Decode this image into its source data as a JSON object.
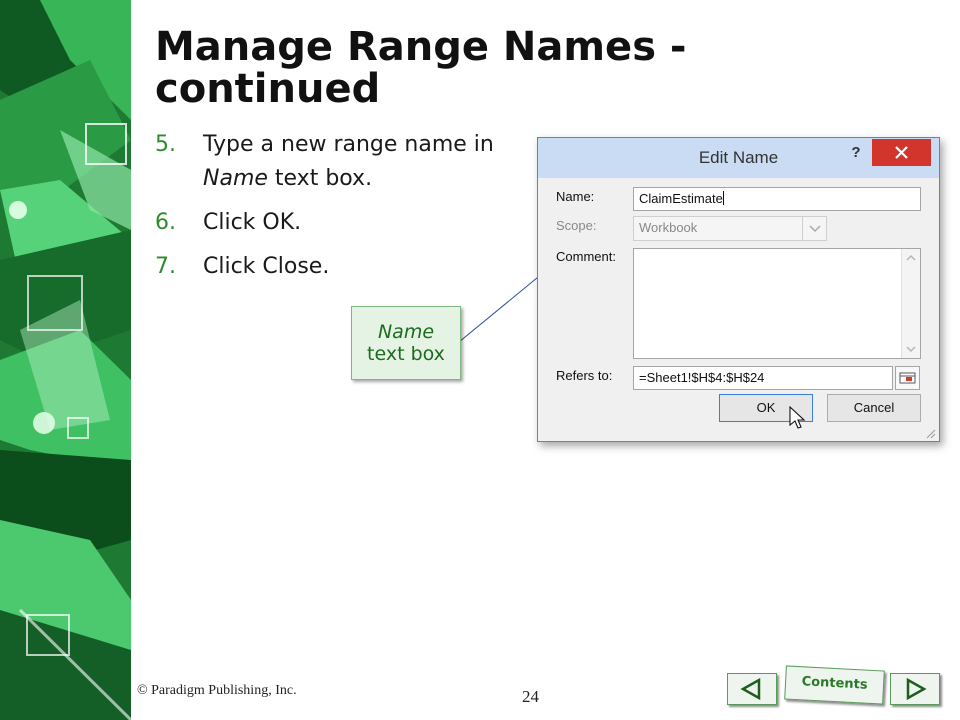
{
  "slide": {
    "title": "Manage Range Names - continued",
    "steps": [
      {
        "num": "5.",
        "text_a": "Type a new range name in ",
        "text_em": "Name",
        "text_b": " text box."
      },
      {
        "num": "6.",
        "text": "Click OK."
      },
      {
        "num": "7.",
        "text": "Click Close."
      }
    ],
    "callout": {
      "line1": "Name",
      "line2": "text box"
    },
    "footer": {
      "copyright": "© Paradigm Publishing, Inc.",
      "page": "24"
    },
    "nav": {
      "contents_label": "Contents"
    }
  },
  "dialog": {
    "title": "Edit Name",
    "help_label": "?",
    "name_label": "Name:",
    "name_value": "ClaimEstimate",
    "scope_label": "Scope:",
    "scope_value": "Workbook",
    "comment_label": "Comment:",
    "refers_label": "Refers to:",
    "refers_value": "=Sheet1!$H$4:$H$24",
    "ok_label": "OK",
    "cancel_label": "Cancel"
  },
  "colors": {
    "accent_green": "#2e8b2e",
    "close_red": "#d1352b",
    "dialog_border": "#4a89d8"
  }
}
